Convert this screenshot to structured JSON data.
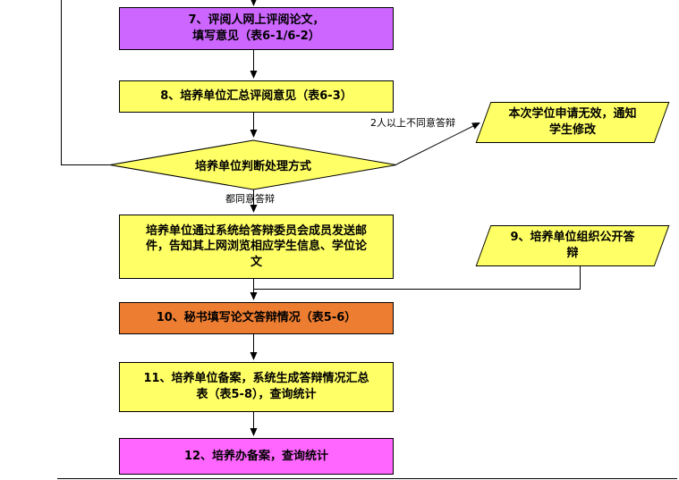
{
  "flow": {
    "step7": {
      "text": "7、评阅人网上评阅论文，\n填写意见（表6-1/6-2）",
      "fill": "#CC66FF"
    },
    "step8": {
      "text": "8、培养单位汇总评阅意见（表6-3）",
      "fill": "#FFFF66"
    },
    "decision": {
      "text": "培养单位判断处理方式",
      "fill": "#FFFF66"
    },
    "invalid": {
      "text": "本次学位申请无效，通知\n学生修改",
      "fill": "#FFFF66"
    },
    "email": {
      "text": "培养单位通过系统给答辩委员会成员发送邮\n件，告知其上网浏览相应学生信息、学位论\n文",
      "fill": "#FFFF66"
    },
    "step9": {
      "text": "9、培养单位组织公开答\n辩",
      "fill": "#FFFF66"
    },
    "step10": {
      "text": "10、秘书填写论文答辩情况（表5-6）",
      "fill": "#ED7D31"
    },
    "step11": {
      "text": "11、培养单位备案，系统生成答辩情况汇总\n表（表5-8），查询统计",
      "fill": "#FFFF66"
    },
    "step12": {
      "text": "12、培养办备案，查询统计",
      "fill": "#FF66FF"
    },
    "labels": {
      "disagree": "2人以上不同意答辩",
      "agree": "都同意答辩"
    },
    "colors": {
      "purple": "#CC66FF",
      "yellow": "#FFFF66",
      "orange": "#ED7D31",
      "magenta": "#FF66FF",
      "line": "#000000"
    }
  }
}
